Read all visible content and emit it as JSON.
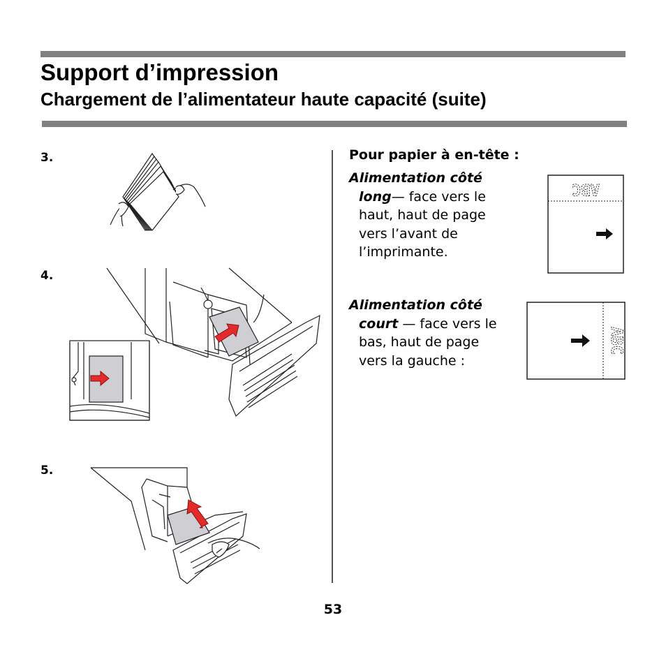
{
  "page": {
    "title": "Support d’impression",
    "subtitle": "Chargement de l’alimentateur haute capacité (suite)",
    "page_number": "53"
  },
  "steps": {
    "step3": "3.",
    "step4": "4.",
    "step5": "5."
  },
  "letterhead": {
    "heading": "Pour papier à en-tête :",
    "long_label_1": "Alimentation côté",
    "long_label_2": "long",
    "long_text_1": "— face vers le",
    "long_text_2": "haut, haut de page",
    "long_text_3": "vers l’avant de",
    "long_text_4": "l’imprimante.",
    "short_label_1": "Alimentation côté",
    "short_label_2": "court",
    "short_text_1": " — face vers le",
    "short_text_2": "bas, haut de page",
    "short_text_3": "vers la gauche :",
    "sample_text": "ABC"
  },
  "colors": {
    "rule_gray": "#808080",
    "arrow_red": "#e32b2b",
    "paper_gray": "#cfcfd3"
  },
  "icons": {
    "fan-paper": "fanning-paper-illustration",
    "load-paper": "load-paper-illustration",
    "close-tray": "close-tray-illustration",
    "long-edge": "long-edge-letterhead-diagram",
    "short-edge": "short-edge-letterhead-diagram"
  }
}
